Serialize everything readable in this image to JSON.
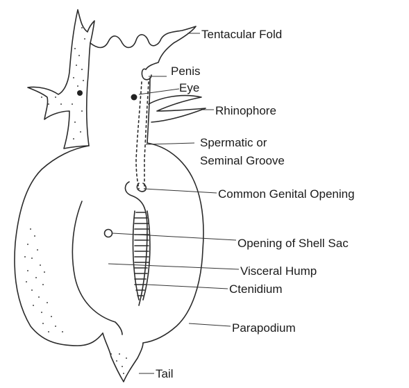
{
  "labels": {
    "tentacular_fold": "Tentacular Fold",
    "penis": "Penis",
    "eye": "Eye",
    "rhinophore": "Rhinophore",
    "spermatic_line1": "Spermatic or",
    "spermatic_line2": "Seminal Groove",
    "common_genital_opening": "Common Genital Opening",
    "opening_shell_sac": "Opening of Shell Sac",
    "visceral_hump": "Visceral Hump",
    "ctenidium": "Ctenidium",
    "parapodium": "Parapodium",
    "tail": "Tail"
  },
  "colors": {
    "ink": "#2a2a2a",
    "background": "#ffffff"
  }
}
